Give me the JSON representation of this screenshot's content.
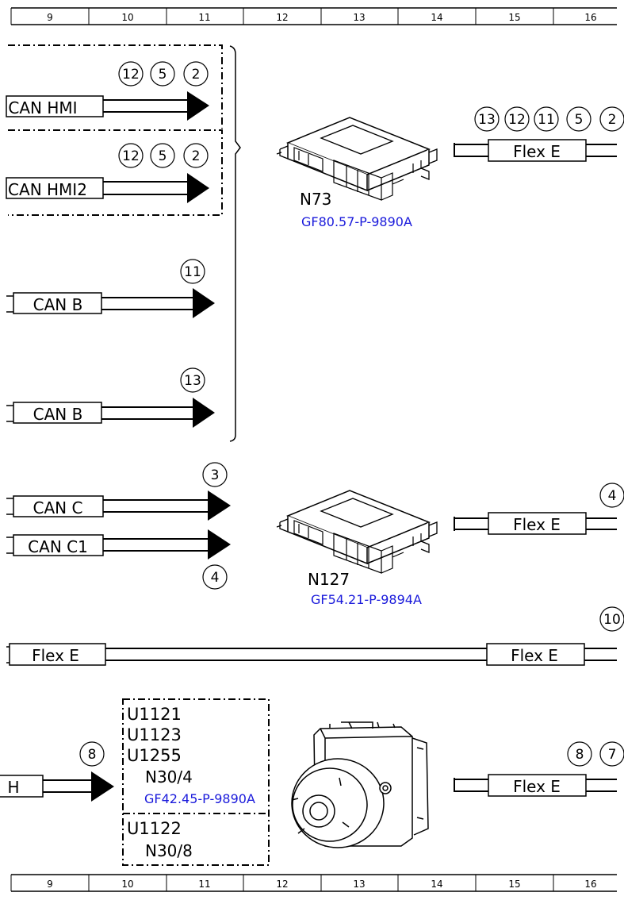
{
  "grid_columns": [
    "9",
    "10",
    "11",
    "12",
    "13",
    "14",
    "15",
    "16"
  ],
  "bus_labels": {
    "can_hmi": "CAN HMI",
    "can_hmi2": "CAN HMI2",
    "can_b": "CAN B",
    "can_c": "CAN C",
    "can_c1": "CAN C1",
    "flex_e": "Flex E",
    "h": "H"
  },
  "markers": {
    "hmi_row": [
      "12",
      "5",
      "2"
    ],
    "hmi2_row": [
      "12",
      "5",
      "2"
    ],
    "canb_top": "11",
    "canb_bottom": "13",
    "canc": "3",
    "canc1": "4",
    "n73_flex": [
      "13",
      "12",
      "11",
      "5",
      "2"
    ],
    "n127_flex": "4",
    "flex_long": "10",
    "h_line": "8",
    "n30_flex": [
      "8",
      "7"
    ]
  },
  "components": {
    "n73": {
      "label": "N73",
      "ref": "GF80.57-P-9890A"
    },
    "n127": {
      "label": "N127",
      "ref": "GF54.21-P-9894A"
    },
    "n30_4": {
      "codes": [
        "U1121",
        "U1123",
        "U1255"
      ],
      "label": "N30/4",
      "ref": "GF42.45-P-9890A"
    },
    "n30_8": {
      "code": "U1122",
      "label": "N30/8"
    }
  },
  "colors": {
    "line": "#000000",
    "link": "#1a1adb"
  }
}
